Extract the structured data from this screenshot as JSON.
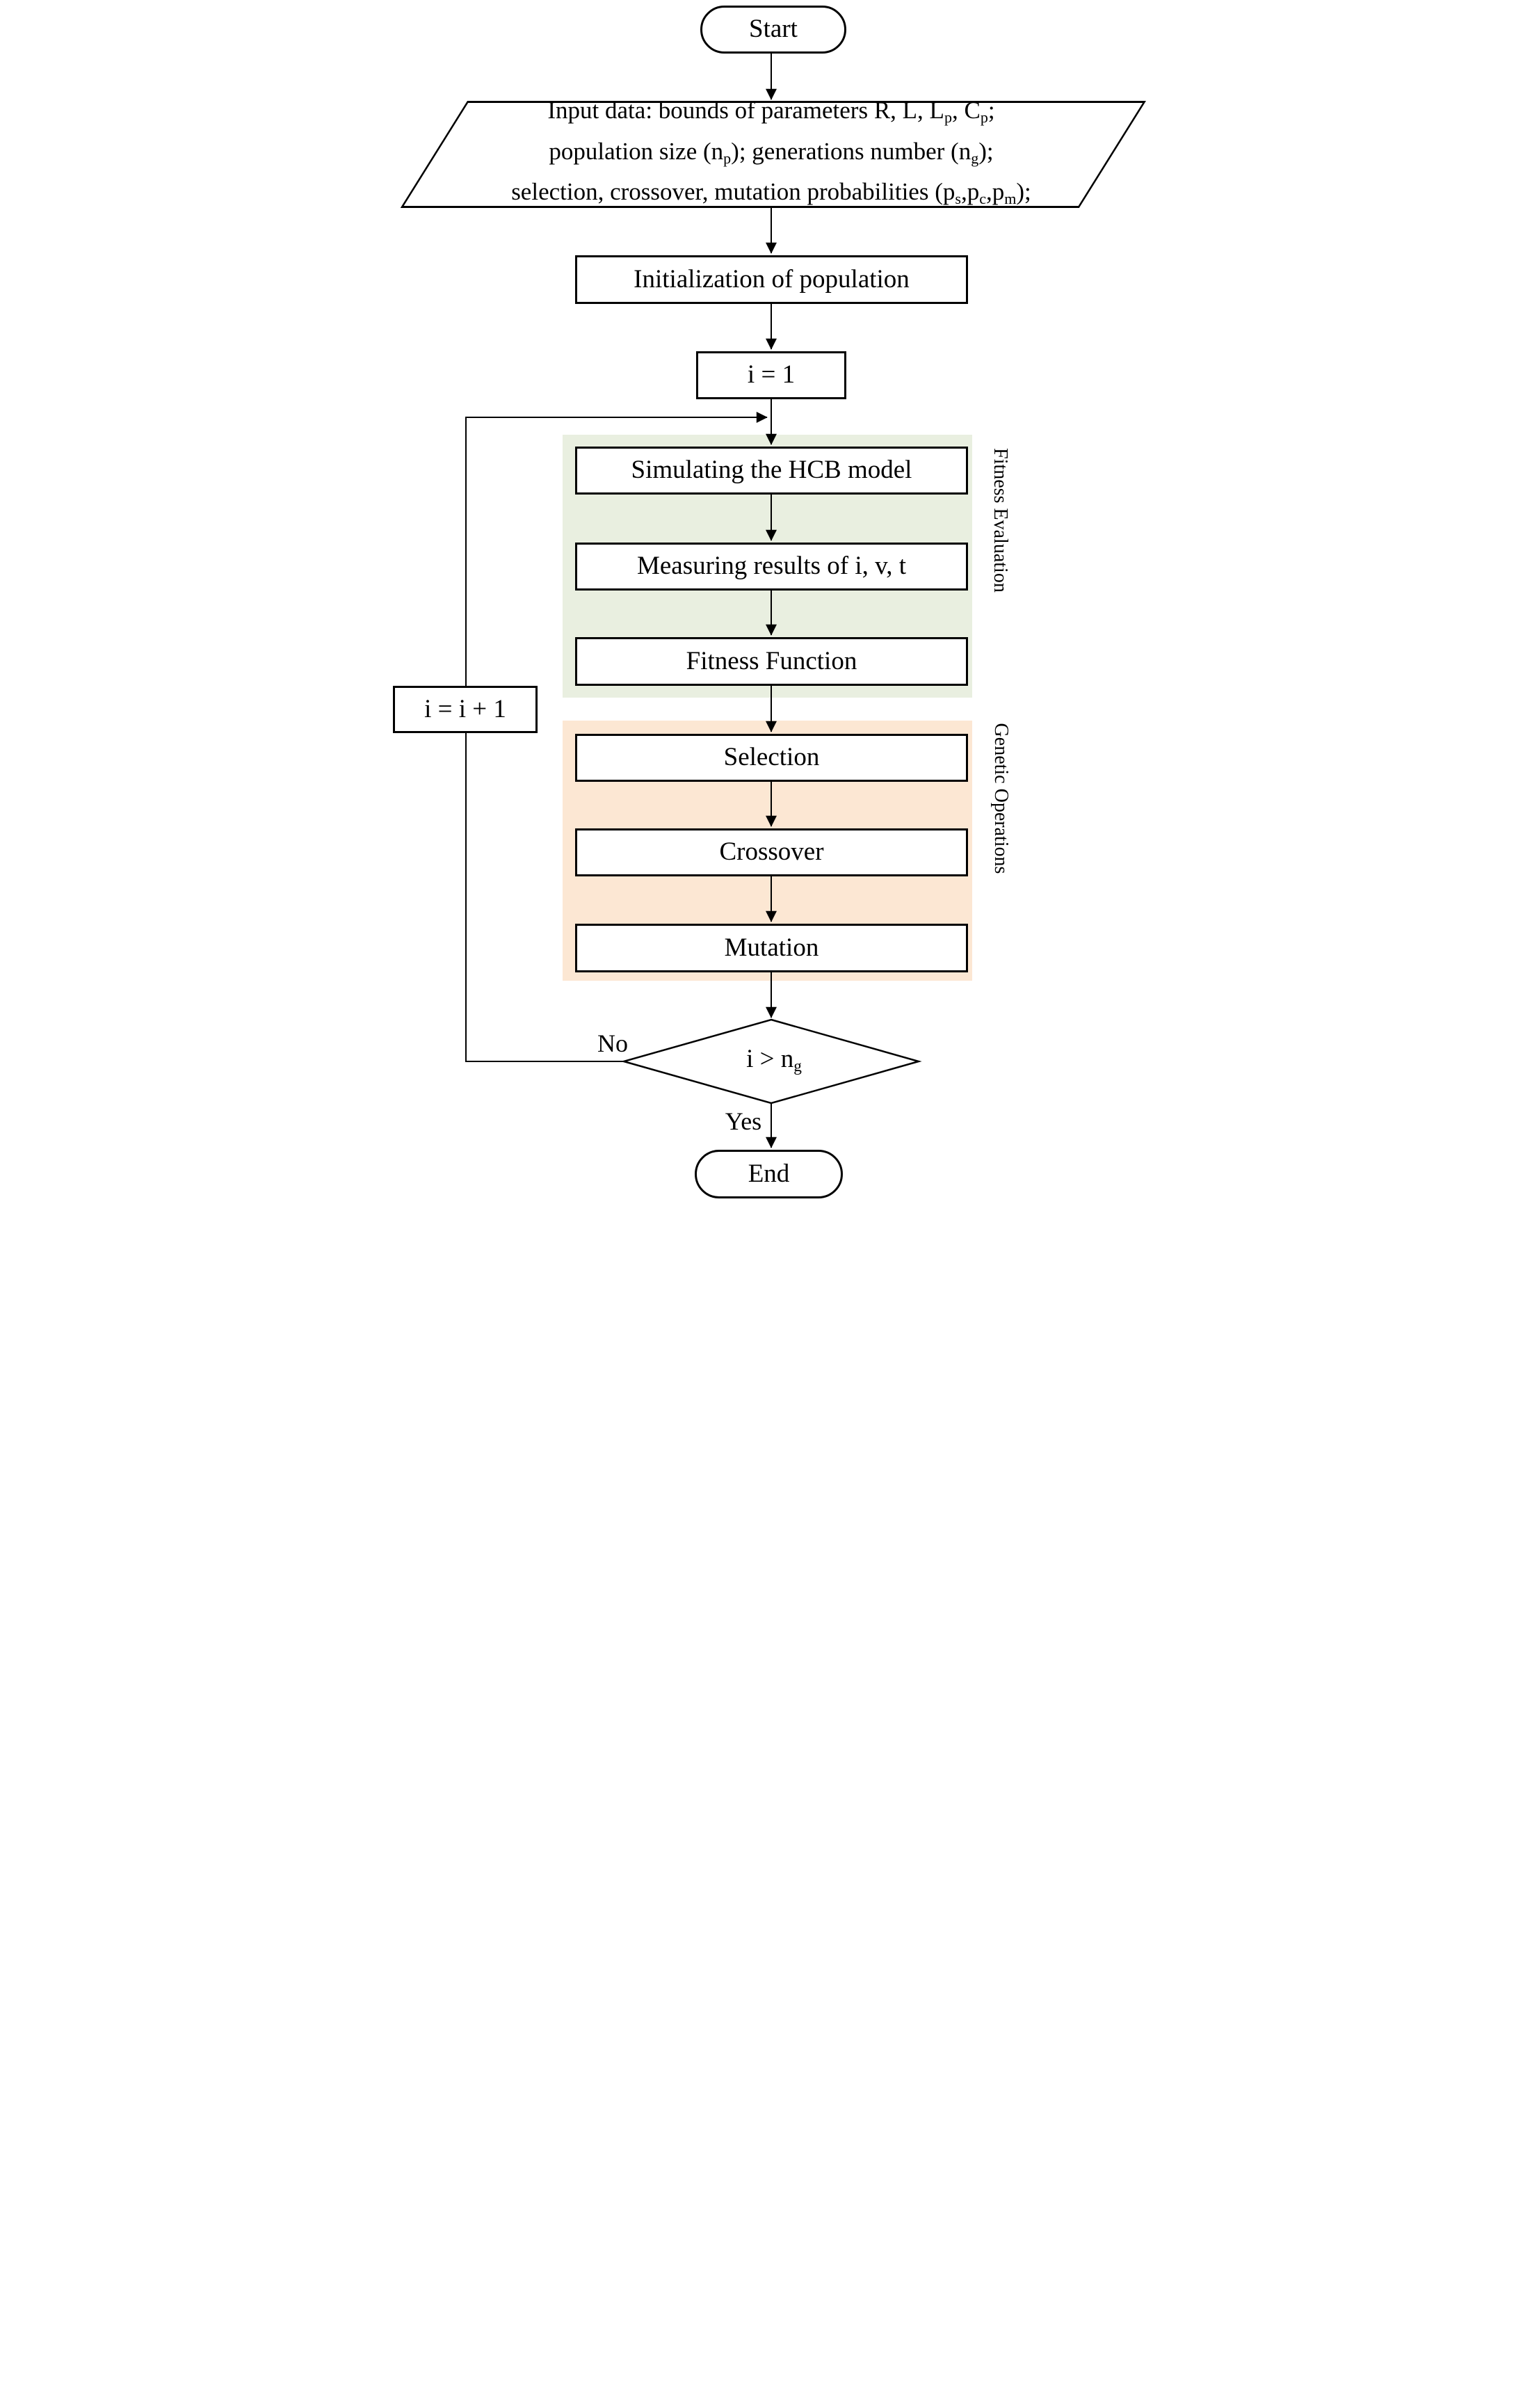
{
  "nodes": {
    "start": "Start",
    "input_lines": {
      "line1": [
        {
          "t": "Input data: bounds of parameters R, L, L"
        },
        {
          "t": "p",
          "sub": true
        },
        {
          "t": ", C"
        },
        {
          "t": "p",
          "sub": true
        },
        {
          "t": ";"
        }
      ],
      "line2": [
        {
          "t": "population size (n"
        },
        {
          "t": "p",
          "sub": true
        },
        {
          "t": "); generations number (n"
        },
        {
          "t": "g",
          "sub": true
        },
        {
          "t": ");"
        }
      ],
      "line3": [
        {
          "t": "selection, crossover, mutation probabilities (p"
        },
        {
          "t": "s",
          "sub": true
        },
        {
          "t": ",p"
        },
        {
          "t": "c",
          "sub": true
        },
        {
          "t": ",p"
        },
        {
          "t": "m",
          "sub": true
        },
        {
          "t": ");"
        }
      ]
    },
    "initialization": "Initialization of population",
    "counter_init": "i = 1",
    "simulating": "Simulating the HCB model",
    "measuring": "Measuring results of i, v, t",
    "fitness_function": "Fitness Function",
    "selection": "Selection",
    "crossover": "Crossover",
    "mutation": "Mutation",
    "increment": "i = i + 1",
    "decision": [
      {
        "t": "i > n"
      },
      {
        "t": "g",
        "sub": true
      }
    ],
    "end": "End"
  },
  "regions": {
    "fitness": {
      "label": "Fitness Evaluation",
      "bg": "#E9EFE0"
    },
    "genetic": {
      "label": "Genetic Operations",
      "bg": "#FCE7D3"
    }
  },
  "edges": {
    "no": "No",
    "yes": "Yes"
  },
  "colors": {
    "line": "#000000",
    "node_fill": "#FFFFFF",
    "text": "#000000"
  }
}
